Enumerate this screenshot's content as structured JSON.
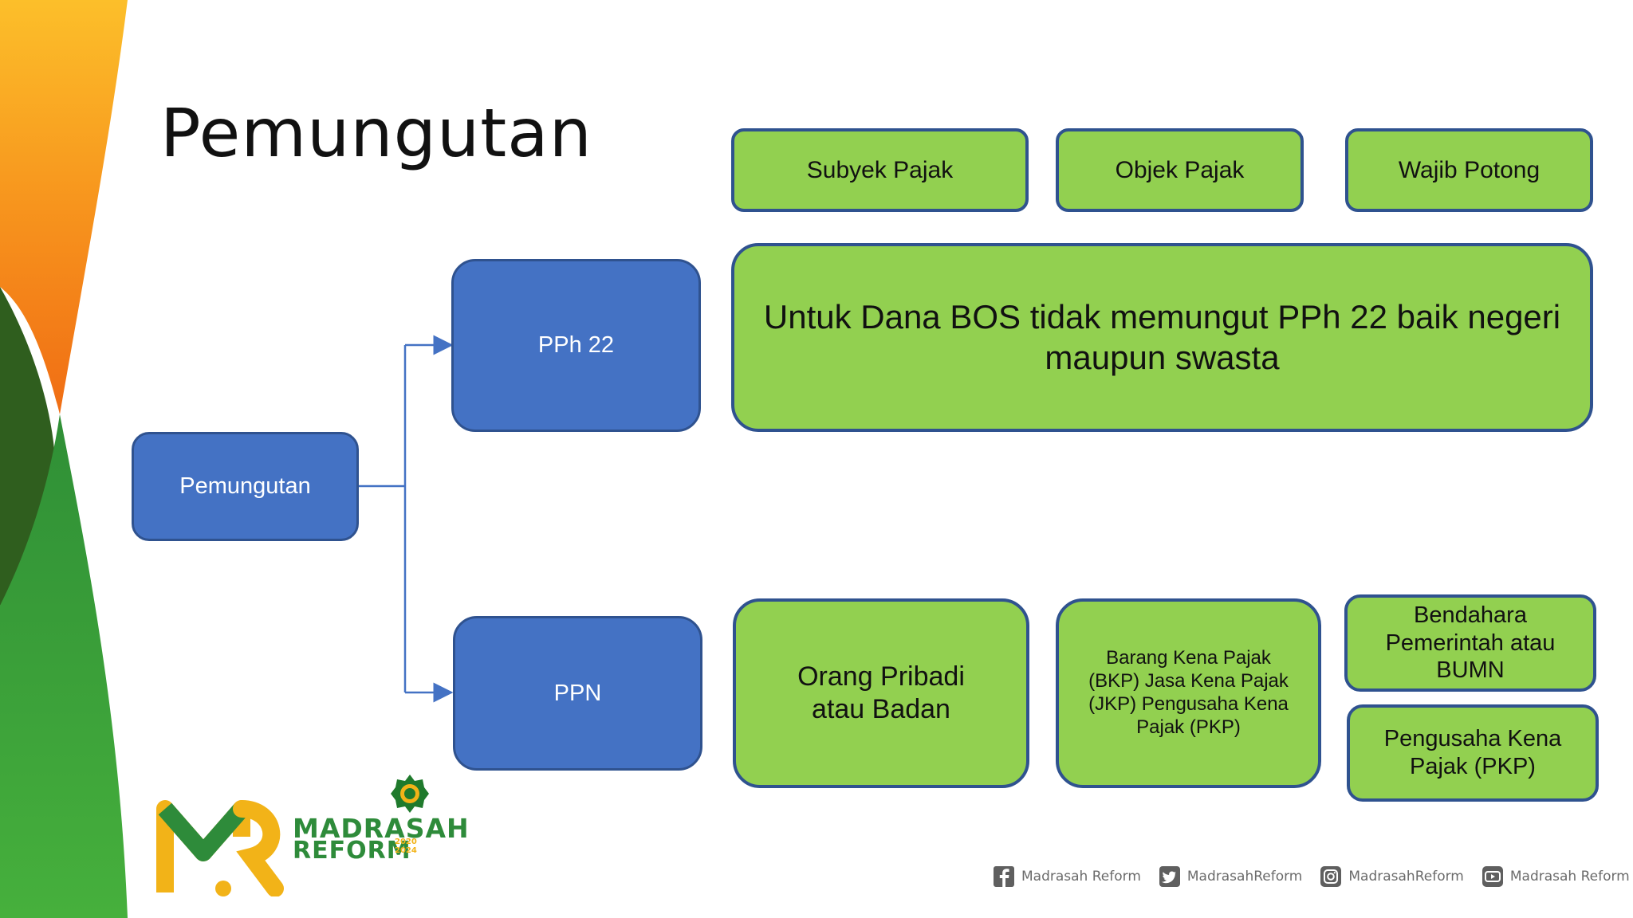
{
  "slide": {
    "title": "Pemungutan"
  },
  "root": {
    "label": "Pemungutan"
  },
  "branches": [
    {
      "label": "PPh 22"
    },
    {
      "label": "PPN"
    }
  ],
  "headers": [
    "Subyek Pajak",
    "Objek Pajak",
    "Wajib Potong"
  ],
  "pph22_note": "Untuk Dana BOS tidak memungut PPh 22 baik negeri maupun swasta",
  "ppn": {
    "subyek": "Orang Pribadi atau Badan",
    "objek": "Barang Kena Pajak (BKP) Jasa Kena Pajak (JKP) Pengusaha Kena Pajak (PKP)",
    "wajib_1": "Bendahara Pemerintah atau BUMN",
    "wajib_2": "Pengusaha Kena Pajak (PKP)"
  },
  "brand": {
    "name_line1": "MADRASAH",
    "name_line2": "REFORM",
    "years": "2020 2024"
  },
  "social": [
    {
      "icon": "facebook-icon",
      "label": "Madrasah Reform"
    },
    {
      "icon": "twitter-icon",
      "label": "MadrasahReform"
    },
    {
      "icon": "instagram-icon",
      "label": "MadrasahReform"
    },
    {
      "icon": "youtube-icon",
      "label": "Madrasah Reform"
    }
  ],
  "colors": {
    "blue_box": "#4472c4",
    "green_box": "#92d050",
    "border": "#2f528f",
    "orange_band": "#f7941d",
    "green_band": "#3aa935"
  }
}
